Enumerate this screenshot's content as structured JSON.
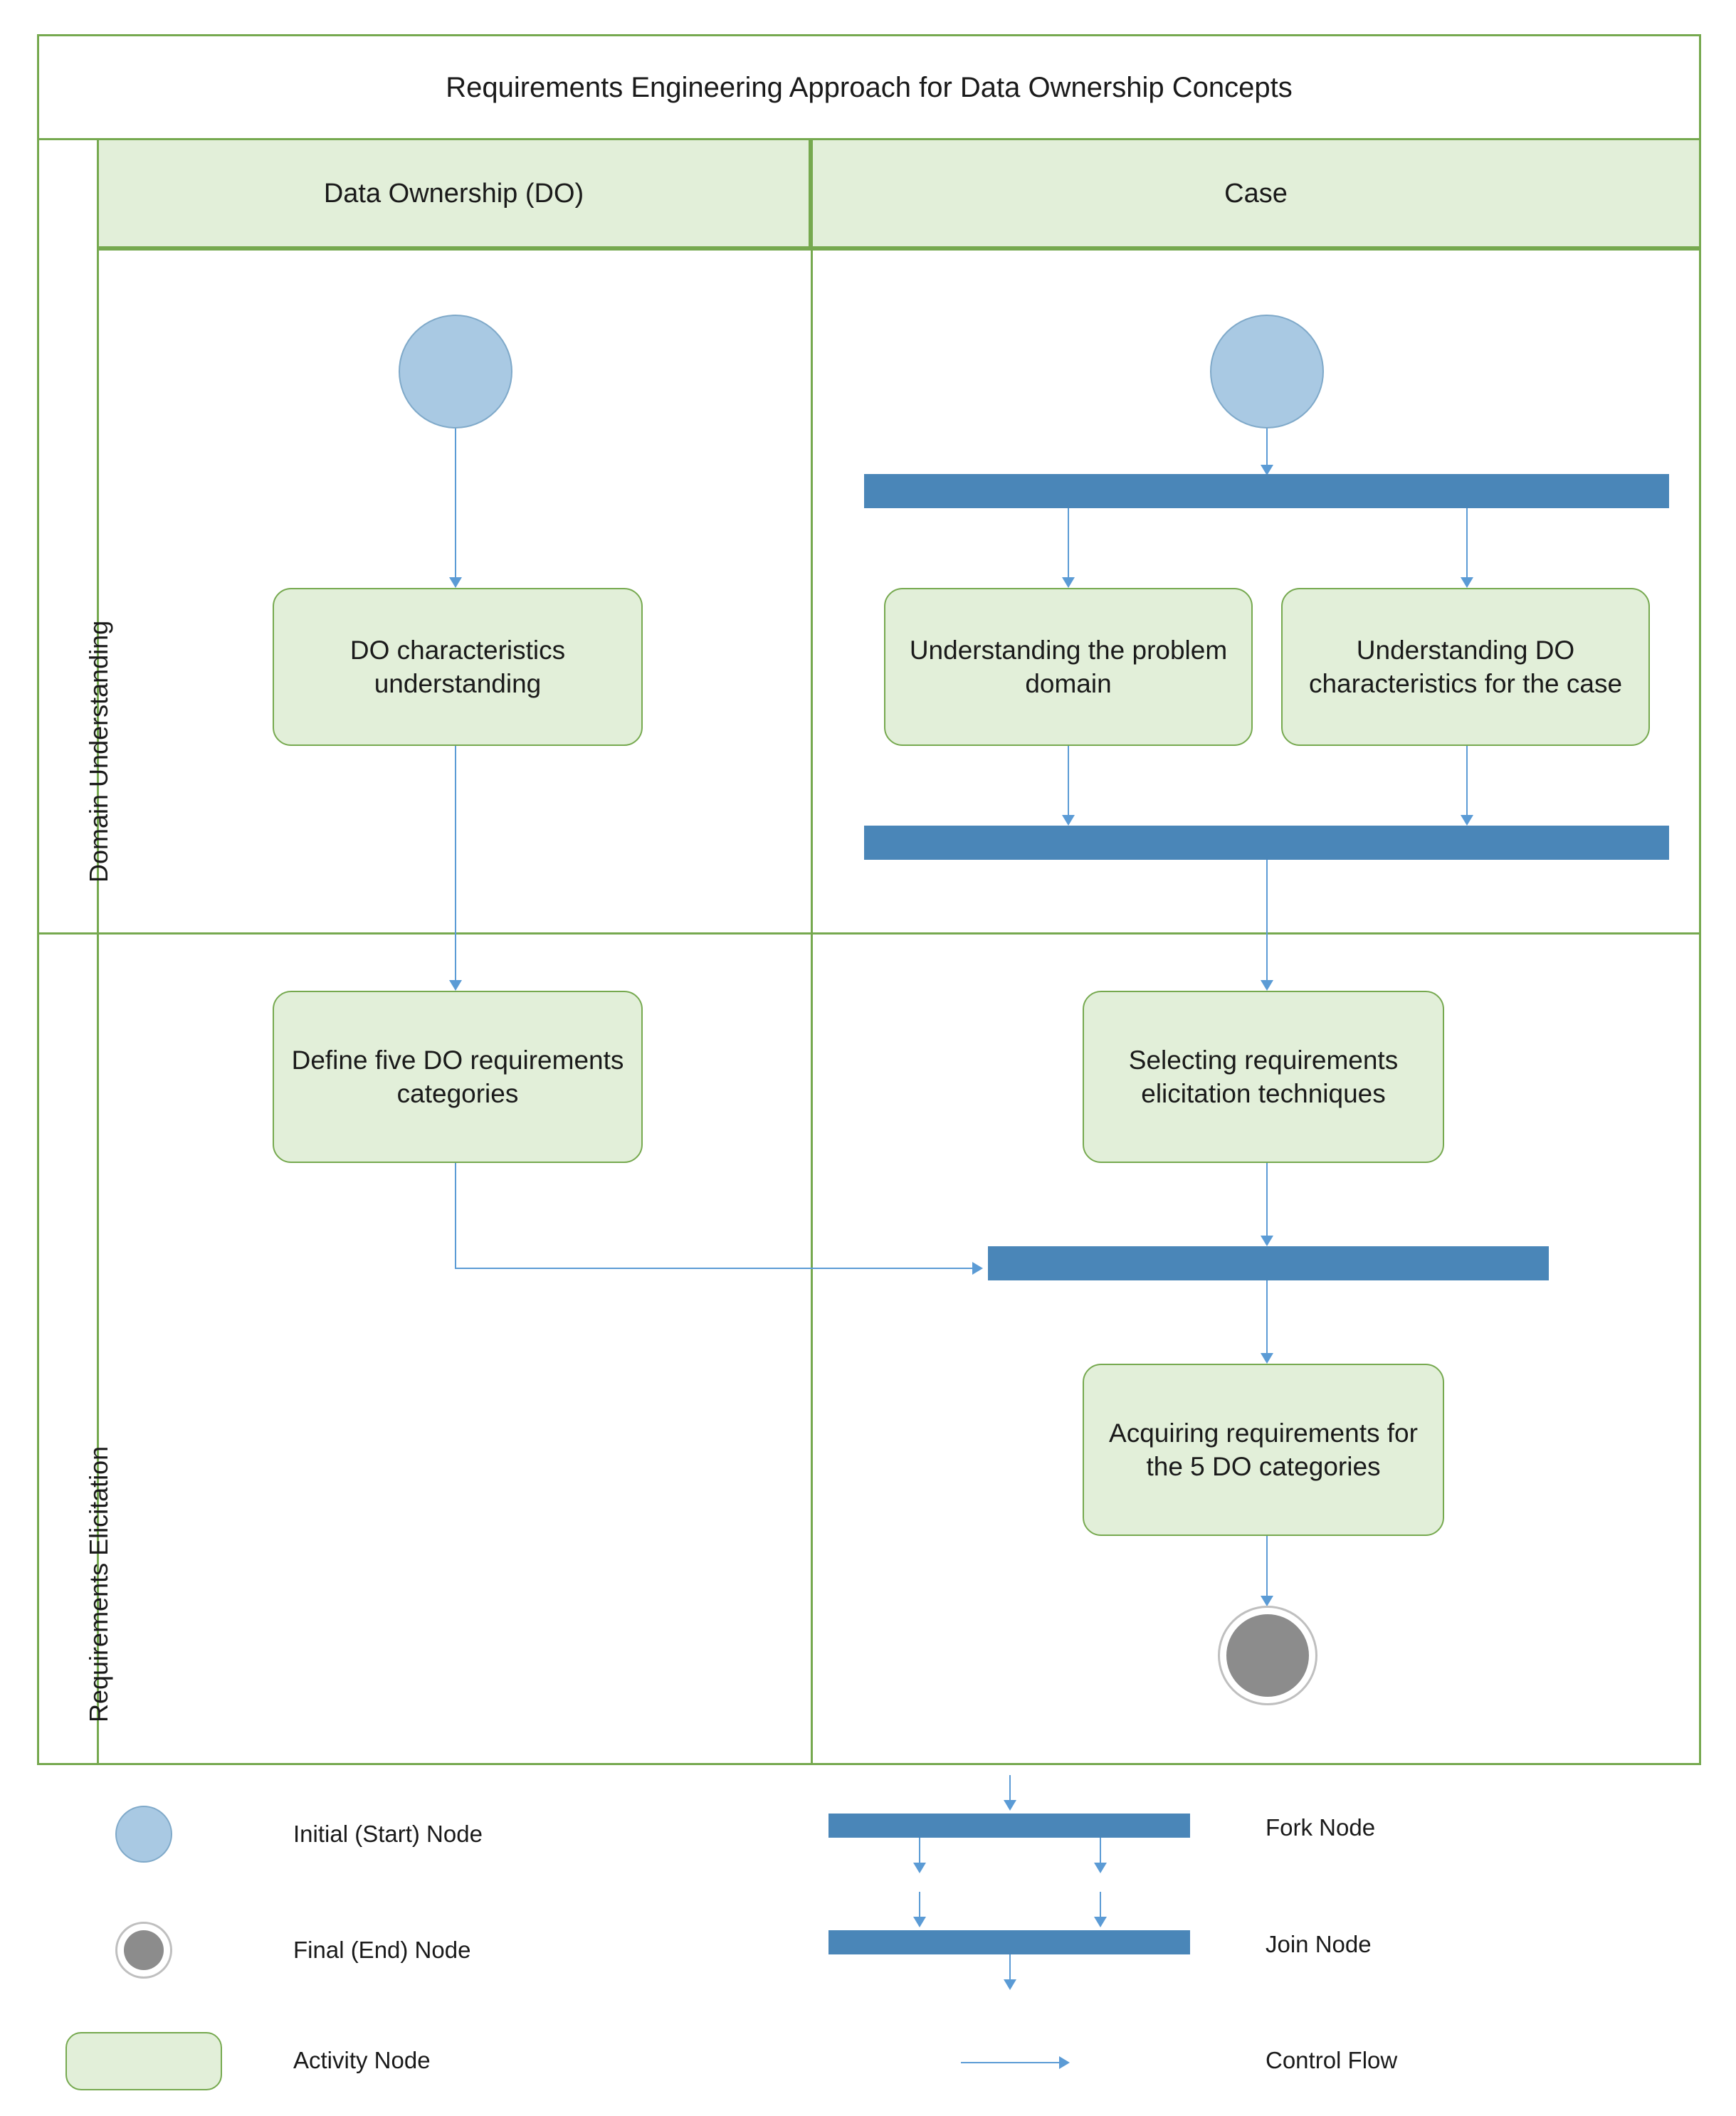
{
  "diagram": {
    "title": "Requirements Engineering Approach for Data Ownership Concepts",
    "columns": [
      {
        "label": "Data Ownership (DO)"
      },
      {
        "label": "Case"
      }
    ],
    "rows": [
      {
        "label": "Domain Understanding"
      },
      {
        "label": "Requirements Elicitation"
      }
    ],
    "nodes": {
      "do_start": "initial-node",
      "case_start": "initial-node",
      "do_characteristics": "DO characteristics understanding",
      "understanding_problem_domain": "Understanding the problem domain",
      "understanding_do_characteristics": "Understanding DO characteristics for the case",
      "define_five_categories": "Define five DO requirements categories",
      "selecting_techniques": "Selecting requirements elicitation techniques",
      "acquiring_requirements": "Acquiring requirements for the 5 DO categories",
      "final": "final-node"
    }
  },
  "legend": {
    "items": [
      {
        "label": "Initial (Start) Node",
        "icon": "initial-node-icon"
      },
      {
        "label": "Final (End) Node",
        "icon": "final-node-icon"
      },
      {
        "label": "Activity Node",
        "icon": "activity-node-icon"
      },
      {
        "label": "Fork Node",
        "icon": "fork-node-icon"
      },
      {
        "label": "Join Node",
        "icon": "join-node-icon"
      },
      {
        "label": "Control Flow",
        "icon": "control-flow-icon"
      }
    ]
  },
  "colors": {
    "frame_green": "#76a94f",
    "band_fill": "#e2efd9",
    "bar_blue": "#4a86b8",
    "initial_node": "#a9c9e3",
    "final_node": "#8c8c8c",
    "flow_line": "#5b9bd5"
  }
}
